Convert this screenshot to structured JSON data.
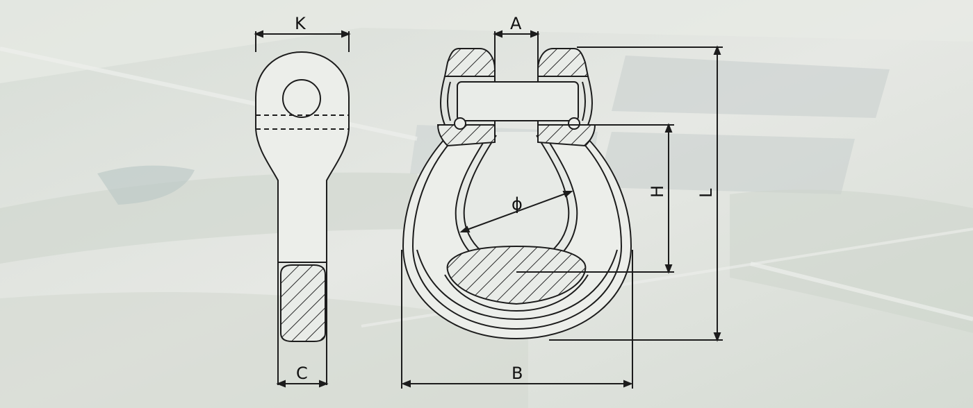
{
  "dimensions": {
    "k": "K",
    "a": "A",
    "c": "C",
    "b": "B",
    "h": "H",
    "l": "L",
    "diameter": "ϕ"
  },
  "colors": {
    "line": "#1c1c1c",
    "background": "#dfe3de",
    "hatch": "#2a2a2a"
  }
}
